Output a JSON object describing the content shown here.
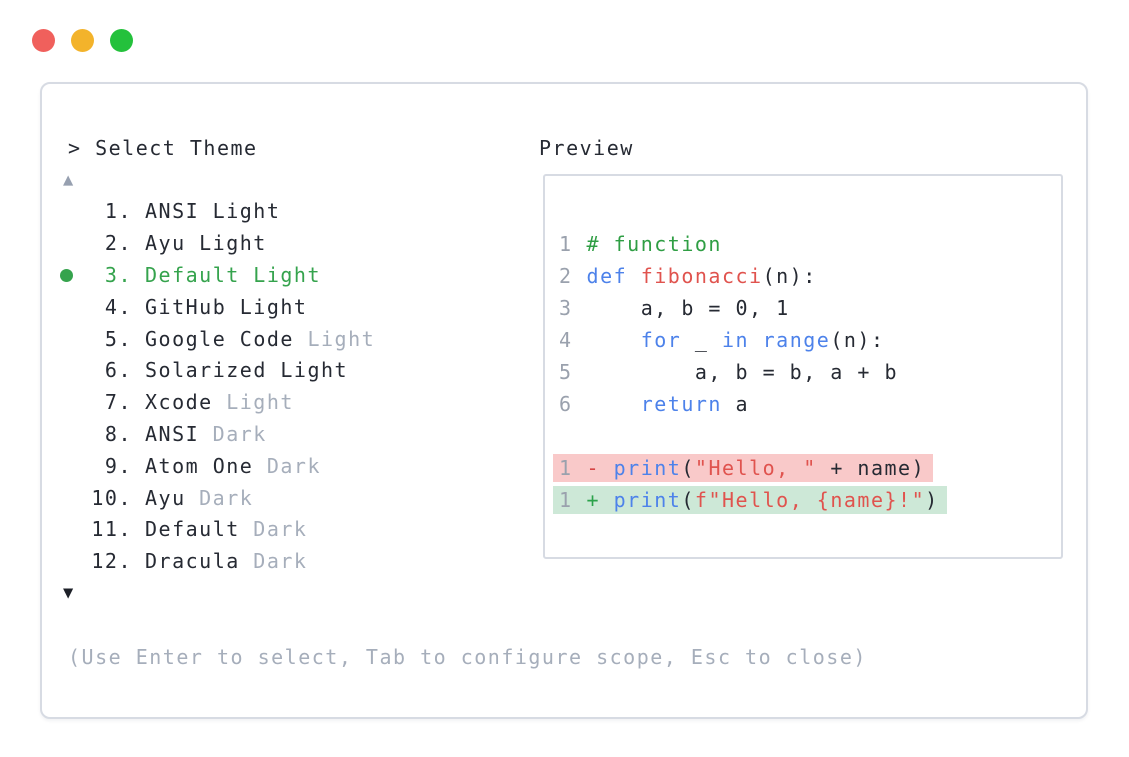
{
  "colors": {
    "accent_green": "#35a34d",
    "comment_green": "#2f9e44",
    "keyword_blue": "#4d82ea",
    "string_red": "#e0534e",
    "minus_red": "#d64545",
    "plus_green": "#2ba24b",
    "diff_removed_bg": "#f9c9c9",
    "diff_added_bg": "#cde8d7",
    "line_number_gray": "#9aa1ad",
    "muted_gray": "#a6aebb",
    "text_dark": "#262a33",
    "panel_border": "#d7dbe3",
    "traffic_red": "#f0605c",
    "traffic_yellow": "#f3b32b",
    "traffic_green": "#24c13c"
  },
  "window": {
    "traffic_lights": [
      "close",
      "minimize",
      "zoom"
    ]
  },
  "theme_picker": {
    "prompt": "> Select Theme",
    "scroll_up_indicator": "▲",
    "scroll_down_indicator": "▼",
    "items": [
      {
        "number": "1.",
        "name": "ANSI",
        "variant": "Light",
        "variant_muted": false,
        "selected": false
      },
      {
        "number": "2.",
        "name": "Ayu",
        "variant": "Light",
        "variant_muted": false,
        "selected": false
      },
      {
        "number": "3.",
        "name": "Default",
        "variant": "Light",
        "variant_muted": false,
        "selected": true
      },
      {
        "number": "4.",
        "name": "GitHub",
        "variant": "Light",
        "variant_muted": false,
        "selected": false
      },
      {
        "number": "5.",
        "name": "Google Code",
        "variant": "Light",
        "variant_muted": true,
        "selected": false
      },
      {
        "number": "6.",
        "name": "Solarized",
        "variant": "Light",
        "variant_muted": false,
        "selected": false
      },
      {
        "number": "7.",
        "name": "Xcode",
        "variant": "Light",
        "variant_muted": true,
        "selected": false
      },
      {
        "number": "8.",
        "name": "ANSI",
        "variant": "Dark",
        "variant_muted": true,
        "selected": false
      },
      {
        "number": "9.",
        "name": "Atom One",
        "variant": "Dark",
        "variant_muted": true,
        "selected": false
      },
      {
        "number": "10.",
        "name": "Ayu",
        "variant": "Dark",
        "variant_muted": true,
        "selected": false
      },
      {
        "number": "11.",
        "name": "Default",
        "variant": "Dark",
        "variant_muted": true,
        "selected": false
      },
      {
        "number": "12.",
        "name": "Dracula",
        "variant": "Dark",
        "variant_muted": true,
        "selected": false
      }
    ],
    "help_text": "(Use Enter to select, Tab to configure scope, Esc to close)"
  },
  "preview": {
    "title": "Preview",
    "code_lines": [
      {
        "num": "1",
        "diff": null,
        "tokens": [
          {
            "t": "# function",
            "c": "comment"
          }
        ]
      },
      {
        "num": "2",
        "diff": null,
        "tokens": [
          {
            "t": "def",
            "c": "keyword"
          },
          {
            "t": " ",
            "c": "plain"
          },
          {
            "t": "fibonacci",
            "c": "func"
          },
          {
            "t": "(n):",
            "c": "plain"
          }
        ]
      },
      {
        "num": "3",
        "diff": null,
        "tokens": [
          {
            "t": "    a, b = 0, 1",
            "c": "plain"
          }
        ]
      },
      {
        "num": "4",
        "diff": null,
        "tokens": [
          {
            "t": "    ",
            "c": "plain"
          },
          {
            "t": "for",
            "c": "keyword"
          },
          {
            "t": " _ ",
            "c": "plain"
          },
          {
            "t": "in",
            "c": "keyword"
          },
          {
            "t": " ",
            "c": "plain"
          },
          {
            "t": "range",
            "c": "keyword"
          },
          {
            "t": "(n):",
            "c": "plain"
          }
        ]
      },
      {
        "num": "5",
        "diff": null,
        "tokens": [
          {
            "t": "        a, b = b, a + b",
            "c": "plain"
          }
        ]
      },
      {
        "num": "6",
        "diff": null,
        "tokens": [
          {
            "t": "    ",
            "c": "plain"
          },
          {
            "t": "return",
            "c": "keyword"
          },
          {
            "t": " a",
            "c": "plain"
          }
        ]
      },
      {
        "num": "",
        "diff": null,
        "tokens": []
      },
      {
        "num": "1",
        "diff": "removed",
        "tokens": [
          {
            "t": "- ",
            "c": "minus"
          },
          {
            "t": "print",
            "c": "keyword"
          },
          {
            "t": "(",
            "c": "plain"
          },
          {
            "t": "\"Hello, \"",
            "c": "string"
          },
          {
            "t": " + name)",
            "c": "plain"
          }
        ]
      },
      {
        "num": "1",
        "diff": "added",
        "tokens": [
          {
            "t": "+ ",
            "c": "plus"
          },
          {
            "t": "print",
            "c": "keyword"
          },
          {
            "t": "(",
            "c": "plain"
          },
          {
            "t": "f\"Hello, {name}!\"",
            "c": "string"
          },
          {
            "t": ")",
            "c": "plain"
          }
        ]
      }
    ]
  }
}
